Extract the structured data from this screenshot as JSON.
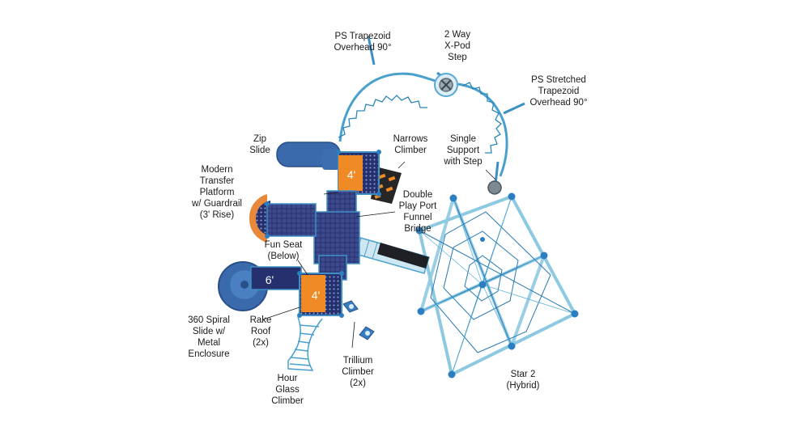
{
  "labels": {
    "ps_trapezoid": "PS Trapezoid\nOverhead 90°",
    "xpod_step": "2 Way\nX-Pod\nStep",
    "ps_stretched": "PS Stretched\nTrapezoid\nOverhead 90°",
    "zip_slide": "Zip\nSlide",
    "narrows_climber": "Narrows\nClimber",
    "single_support": "Single\nSupport\nwith Step",
    "transfer_platform": "Modern\nTransfer\nPlatform\nw/ Guardrail\n(3' Rise)",
    "funnel_bridge": "Double\nPlay Port\nFunnel\nBridge",
    "fun_seat": "Fun Seat\n(Below)",
    "spiral_slide": "360 Spiral\nSlide w/\nMetal\nEnclosure",
    "rake_roof": "Rake\nRoof\n(2x)",
    "trillium": "Trillium\nClimber\n(2x)",
    "hourglass": "Hour\nGlass\nClimber",
    "star": "Star 2\n(Hybrid)"
  },
  "deck_heights": {
    "upper": "4'",
    "lower": "4'",
    "slide": "6'"
  },
  "colors": {
    "net": "#8ec9e2",
    "net_dark": "#1e6fa8",
    "post": "#2b7fc0",
    "deck": "#26306e",
    "roof": "#f08a24",
    "slide": "#3d6fb0",
    "label": "#1a1a1a"
  }
}
